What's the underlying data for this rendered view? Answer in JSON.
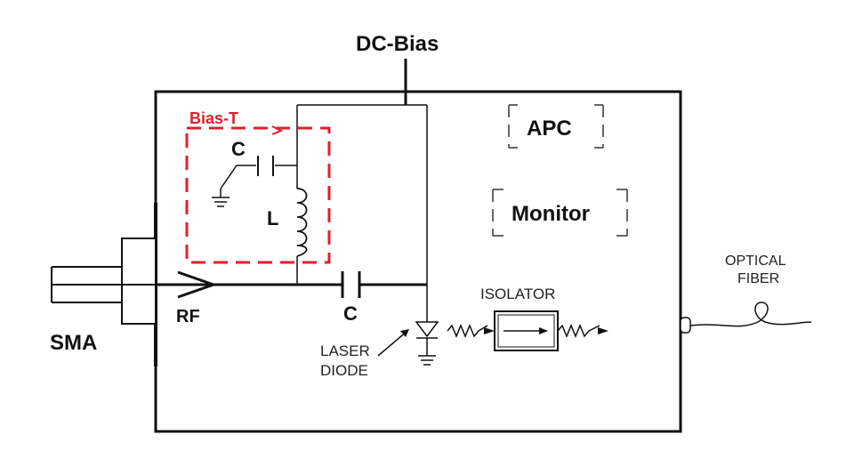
{
  "labels": {
    "dc_bias": "DC-Bias",
    "bias_t": "Bias-T",
    "c_bias": "C",
    "l_bias": "L",
    "apc": "APC",
    "monitor": "Monitor",
    "rf": "RF",
    "c_series": "C",
    "sma": "SMA",
    "isolator": "ISOLATOR",
    "laser_line1": "LASER",
    "laser_line2": "DIODE",
    "optical_line1": "OPTICAL",
    "optical_line2": "FIBER"
  },
  "colors": {
    "line": "#111111",
    "bias_t": "#e0202a",
    "dashed_box": "#333333"
  },
  "icons": {
    "ground": "ground-symbol-icon",
    "capacitor": "capacitor-icon",
    "inductor": "inductor-coil-icon",
    "laser_diode": "laser-diode-icon",
    "isolator_arrow": "arrow-right-icon",
    "fiber_loop": "fiber-loop-icon"
  }
}
